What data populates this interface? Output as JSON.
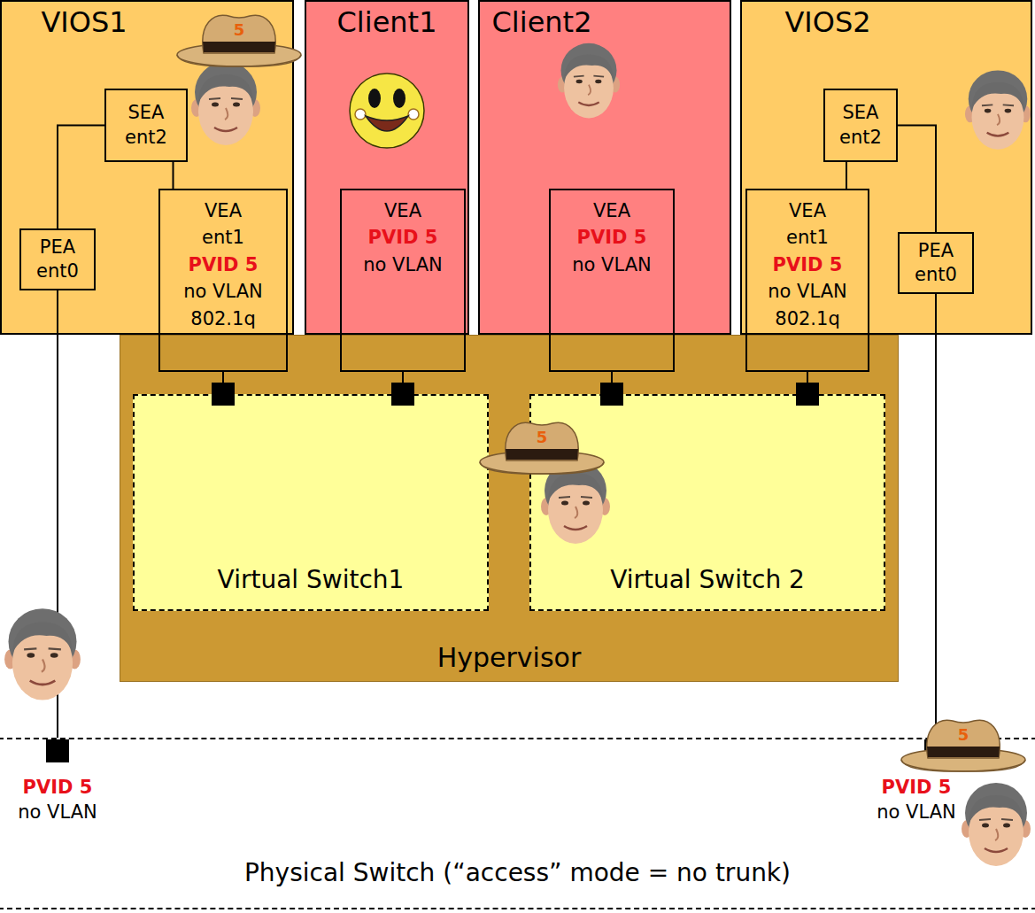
{
  "diagram": {
    "nodes": [
      {
        "text": [
          "VIOS1"
        ]
      },
      {
        "text": [
          "SEA ent2"
        ],
        "in": 0
      },
      {
        "text": [
          "PEA ent0"
        ],
        "in": 0
      },
      {
        "text": [
          "VEA ent1",
          "PVID 5",
          "no VLAN 802.1q"
        ],
        "in": 0
      },
      {
        "text": [
          "Client1"
        ]
      },
      {
        "text": [
          "VEA",
          "PVID 5",
          "no VLAN"
        ],
        "in": 4
      },
      {
        "text": [
          "Client2"
        ]
      },
      {
        "text": [
          "VEA",
          "PVID 5",
          "no VLAN"
        ],
        "in": 6
      },
      {
        "text": [
          "VIOS2"
        ]
      },
      {
        "text": [
          "SEA ent2"
        ],
        "in": 8
      },
      {
        "text": [
          "VEA ent1",
          "PVID 5",
          "no VLAN 802.1q"
        ],
        "in": 8
      },
      {
        "text": [
          "PEA ent0"
        ],
        "in": 8
      },
      {
        "text": [
          "Hypervisor"
        ]
      },
      {
        "text": [
          "Virtual Switch1"
        ],
        "in": 12
      },
      {
        "text": [
          "Virtual Switch 2"
        ],
        "in": 12
      },
      {
        "text": [
          "Physical Switch (“access” mode = no trunk)"
        ]
      }
    ],
    "edges": [
      {
        "from": 1,
        "to": 2,
        "arrow": "none"
      },
      {
        "from": 1,
        "to": 3,
        "arrow": "none"
      },
      {
        "from": 2,
        "to": 15,
        "arrow": "none"
      },
      {
        "from": 3,
        "to": 13,
        "arrow": "none"
      },
      {
        "from": 5,
        "to": 13,
        "arrow": "none"
      },
      {
        "from": 7,
        "to": 14,
        "arrow": "none"
      },
      {
        "from": 9,
        "to": 10,
        "arrow": "none"
      },
      {
        "from": 9,
        "to": 11,
        "arrow": "none"
      },
      {
        "from": 10,
        "to": 14,
        "arrow": "none"
      },
      {
        "from": 11,
        "to": 15,
        "arrow": "none"
      }
    ],
    "labels": [
      "5",
      "5",
      "5",
      "PVID 5",
      "no VLAN",
      "PVID 5",
      "no VLAN"
    ]
  }
}
